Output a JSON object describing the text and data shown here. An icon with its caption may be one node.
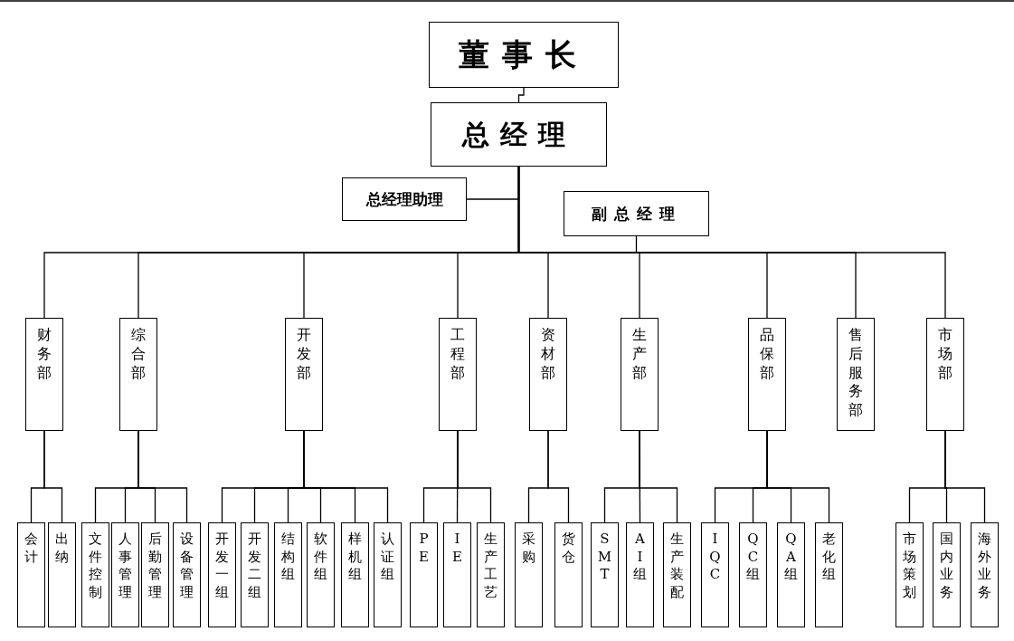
{
  "diagram": {
    "nodes": [
      {
        "text": [
          "董事长"
        ]
      },
      {
        "text": [
          "总经理"
        ]
      },
      {
        "text": [
          "总经理助理"
        ]
      },
      {
        "text": [
          "副总经理"
        ]
      },
      {
        "text": [
          "财务部"
        ]
      },
      {
        "text": [
          "综合部"
        ]
      },
      {
        "text": [
          "开发部"
        ]
      },
      {
        "text": [
          "工程部"
        ]
      },
      {
        "text": [
          "资材部"
        ]
      },
      {
        "text": [
          "生产部"
        ]
      },
      {
        "text": [
          "品保部"
        ]
      },
      {
        "text": [
          "售后服务部"
        ]
      },
      {
        "text": [
          "市场部"
        ]
      },
      {
        "text": [
          "会计"
        ]
      },
      {
        "text": [
          "出纳"
        ]
      },
      {
        "text": [
          "文件控制"
        ]
      },
      {
        "text": [
          "人事管理"
        ]
      },
      {
        "text": [
          "后勤管理"
        ]
      },
      {
        "text": [
          "设备管理"
        ]
      },
      {
        "text": [
          "开发一组"
        ]
      },
      {
        "text": [
          "开发二组"
        ]
      },
      {
        "text": [
          "结构组"
        ]
      },
      {
        "text": [
          "软件组"
        ]
      },
      {
        "text": [
          "样机组"
        ]
      },
      {
        "text": [
          "认证组"
        ]
      },
      {
        "text": [
          "PE"
        ]
      },
      {
        "text": [
          "IE"
        ]
      },
      {
        "text": [
          "生产工艺"
        ]
      },
      {
        "text": [
          "采购"
        ]
      },
      {
        "text": [
          "货仓"
        ]
      },
      {
        "text": [
          "SMT"
        ]
      },
      {
        "text": [
          "AI组"
        ]
      },
      {
        "text": [
          "生产装配"
        ]
      },
      {
        "text": [
          "IQC"
        ]
      },
      {
        "text": [
          "QC组"
        ]
      },
      {
        "text": [
          "QA组"
        ]
      },
      {
        "text": [
          "老化组"
        ]
      },
      {
        "text": [
          "市场策划"
        ]
      },
      {
        "text": [
          "国内业务"
        ]
      },
      {
        "text": [
          "海外业务"
        ]
      }
    ],
    "edges": [
      {
        "from": 0,
        "to": 1,
        "arrow": "none"
      },
      {
        "from": 1,
        "to": 2,
        "arrow": "none"
      },
      {
        "from": 1,
        "to": 3,
        "arrow": "none"
      },
      {
        "from": 1,
        "to": 4,
        "arrow": "none"
      },
      {
        "from": 1,
        "to": 5,
        "arrow": "none"
      },
      {
        "from": 1,
        "to": 6,
        "arrow": "none"
      },
      {
        "from": 1,
        "to": 7,
        "arrow": "none"
      },
      {
        "from": 1,
        "to": 8,
        "arrow": "none"
      },
      {
        "from": 1,
        "to": 9,
        "arrow": "none"
      },
      {
        "from": 1,
        "to": 10,
        "arrow": "none"
      },
      {
        "from": 1,
        "to": 11,
        "arrow": "none"
      },
      {
        "from": 1,
        "to": 12,
        "arrow": "none"
      },
      {
        "from": 4,
        "to": 13,
        "arrow": "none"
      },
      {
        "from": 4,
        "to": 14,
        "arrow": "none"
      },
      {
        "from": 5,
        "to": 15,
        "arrow": "none"
      },
      {
        "from": 5,
        "to": 16,
        "arrow": "none"
      },
      {
        "from": 5,
        "to": 17,
        "arrow": "none"
      },
      {
        "from": 5,
        "to": 18,
        "arrow": "none"
      },
      {
        "from": 6,
        "to": 19,
        "arrow": "none"
      },
      {
        "from": 6,
        "to": 20,
        "arrow": "none"
      },
      {
        "from": 6,
        "to": 21,
        "arrow": "none"
      },
      {
        "from": 6,
        "to": 22,
        "arrow": "none"
      },
      {
        "from": 6,
        "to": 23,
        "arrow": "none"
      },
      {
        "from": 6,
        "to": 24,
        "arrow": "none"
      },
      {
        "from": 7,
        "to": 25,
        "arrow": "none"
      },
      {
        "from": 7,
        "to": 26,
        "arrow": "none"
      },
      {
        "from": 7,
        "to": 27,
        "arrow": "none"
      },
      {
        "from": 8,
        "to": 28,
        "arrow": "none"
      },
      {
        "from": 8,
        "to": 29,
        "arrow": "none"
      },
      {
        "from": 9,
        "to": 30,
        "arrow": "none"
      },
      {
        "from": 9,
        "to": 31,
        "arrow": "none"
      },
      {
        "from": 9,
        "to": 32,
        "arrow": "none"
      },
      {
        "from": 10,
        "to": 33,
        "arrow": "none"
      },
      {
        "from": 10,
        "to": 34,
        "arrow": "none"
      },
      {
        "from": 10,
        "to": 35,
        "arrow": "none"
      },
      {
        "from": 10,
        "to": 36,
        "arrow": "none"
      },
      {
        "from": 12,
        "to": 37,
        "arrow": "none"
      },
      {
        "from": 12,
        "to": 38,
        "arrow": "none"
      },
      {
        "from": 12,
        "to": 39,
        "arrow": "none"
      }
    ]
  }
}
